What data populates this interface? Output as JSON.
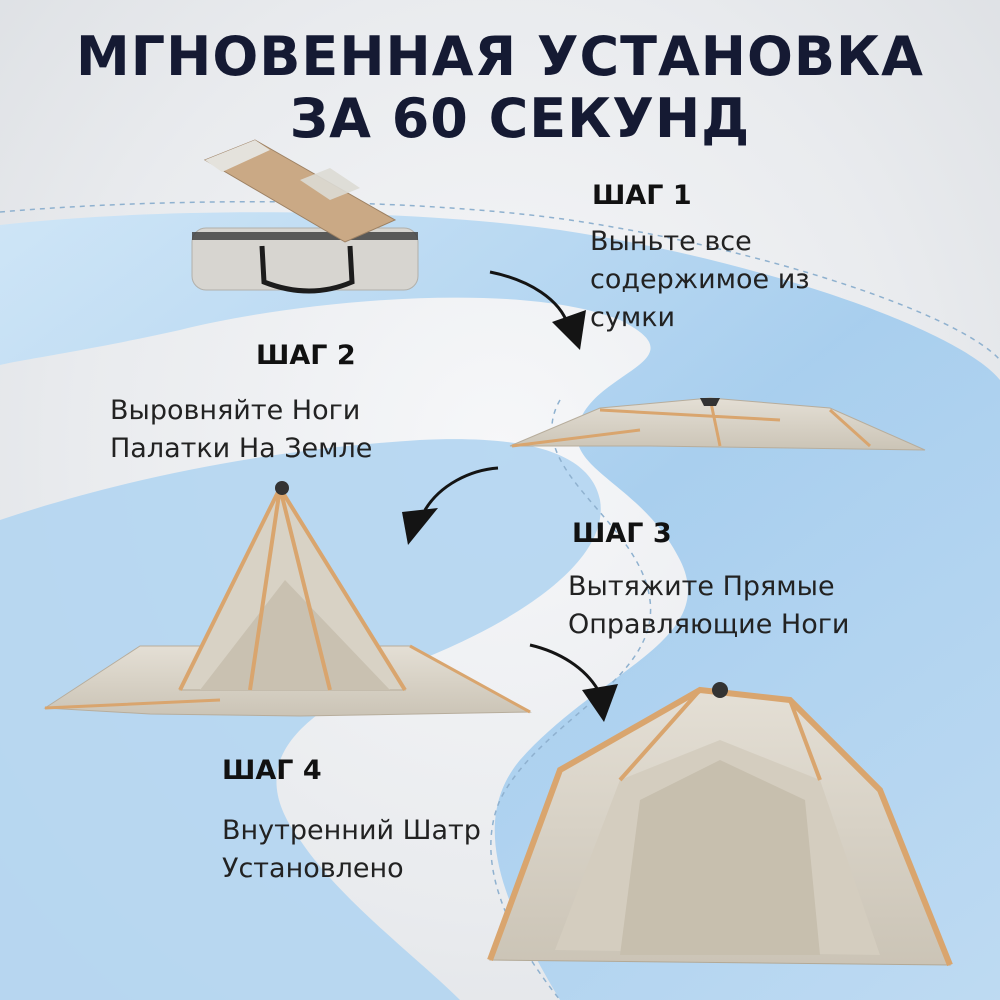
{
  "title": {
    "line1": "МГНОВЕННАЯ УСТАНОВКА",
    "line2": "ЗА 60 СЕКУНД"
  },
  "steps": [
    {
      "label": "ШАГ 1",
      "desc": [
        "Выньте все",
        "содержимое из",
        "сумки"
      ]
    },
    {
      "label": "ШАГ 2",
      "desc": [
        "Выровняйте Ноги",
        "Палатки На Земле"
      ]
    },
    {
      "label": "ШАГ 3",
      "desc": [
        "Вытяжите Прямые",
        "Оправляющие Ноги"
      ]
    },
    {
      "label": "ШАГ 4",
      "desc": [
        "Внутренний Шатр",
        "Установлено"
      ]
    }
  ],
  "colors": {
    "title": "#151a33",
    "path_blue": "#a9d0ef",
    "tent_fabric": "#d8d2c6",
    "tent_pole": "#d9a56e",
    "bag": "#cfcdc8"
  }
}
